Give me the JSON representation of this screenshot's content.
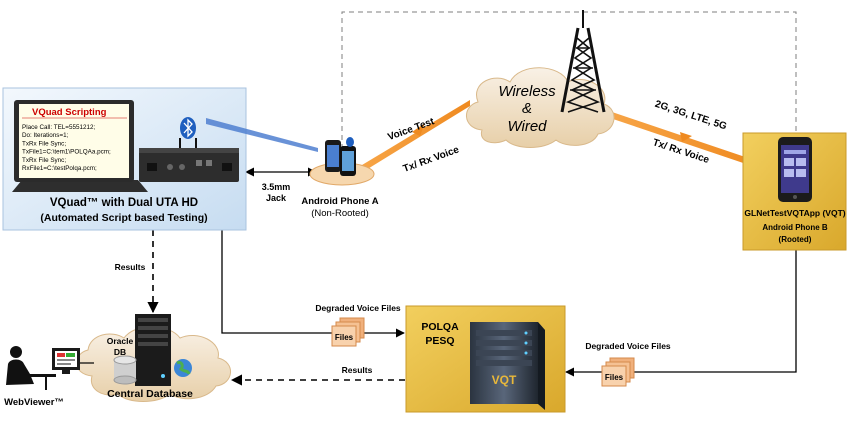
{
  "vquad": {
    "scripting_title": "VQuad Scripting",
    "script_lines": [
      "Place Call: TEL=5551212;",
      "Do: Iterations=1;",
      "TxRx File Sync;",
      "TxFile1=C:\\tem1\\POLQAa.pcm;",
      "TxRx File Sync;",
      "RxFile1=C:\\testPolqa.pcm;"
    ],
    "title": "VQuad™ with Dual UTA HD",
    "subtitle": "(Automated Script based Testing)"
  },
  "jack": {
    "line1": "3.5mm",
    "line2": "Jack"
  },
  "phone_a": {
    "line1": "Android Phone A",
    "line2": "(Non-Rooted)"
  },
  "cloud": {
    "line1": "Wireless",
    "line2": "&",
    "line3": "Wired"
  },
  "left_link": {
    "top": "Voice Test",
    "bottom": "Tx/ Rx Voice"
  },
  "right_link": {
    "top": "2G, 3G, LTE, 5G",
    "bottom": "Tx/ Rx Voice"
  },
  "phone_b": {
    "app": "GLNetTestVQTApp (VQT)",
    "line1": "Android Phone B",
    "line2": "(Rooted)"
  },
  "results_down": "Results",
  "degraded_left": "Degraded Voice Files",
  "degraded_right": "Degraded Voice Files",
  "files_left": "Files",
  "files_right": "Files",
  "polqa": {
    "line1": "POLQA",
    "line2": "PESQ",
    "server_label": "VQT"
  },
  "oracle": {
    "line1": "Oracle",
    "line2": "DB"
  },
  "central_db": "Central Database",
  "results_left": "Results",
  "webviewer": "WebViewer™"
}
